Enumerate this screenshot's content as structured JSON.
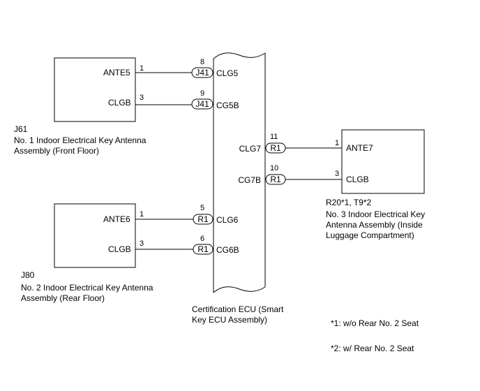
{
  "ecu": {
    "title_line1": "Certification ECU (Smart",
    "title_line2": "Key ECU Assembly)",
    "left_pins": [
      {
        "num": "8",
        "connector": "J41",
        "name": "CLG5"
      },
      {
        "num": "9",
        "connector": "J41",
        "name": "CG5B"
      },
      {
        "num": "5",
        "connector": "R1",
        "name": "CLG6"
      },
      {
        "num": "6",
        "connector": "R1",
        "name": "CG6B"
      }
    ],
    "right_pins": [
      {
        "num": "11",
        "connector": "R1",
        "name": "CLG7"
      },
      {
        "num": "10",
        "connector": "R1",
        "name": "CG7B"
      }
    ]
  },
  "antenna1": {
    "code": "J61",
    "desc_line1": "No. 1 Indoor Electrical Key Antenna",
    "desc_line2": "Assembly (Front Floor)",
    "pins": [
      {
        "num": "1",
        "name": "ANTE5"
      },
      {
        "num": "3",
        "name": "CLGB"
      }
    ]
  },
  "antenna2": {
    "code": "J80",
    "desc_line1": "No. 2 Indoor Electrical Key Antenna",
    "desc_line2": "Assembly (Rear Floor)",
    "pins": [
      {
        "num": "1",
        "name": "ANTE6"
      },
      {
        "num": "3",
        "name": "CLGB"
      }
    ]
  },
  "antenna3": {
    "code": "R20*1, T9*2",
    "desc_line1": "No. 3 Indoor Electrical Key",
    "desc_line2": "Antenna Assembly (Inside",
    "desc_line3": "Luggage Compartment)",
    "pins": [
      {
        "num": "1",
        "name": "ANTE7"
      },
      {
        "num": "3",
        "name": "CLGB"
      }
    ]
  },
  "notes": [
    "*1: w/o Rear No. 2 Seat",
    "*2: w/ Rear No. 2 Seat"
  ]
}
